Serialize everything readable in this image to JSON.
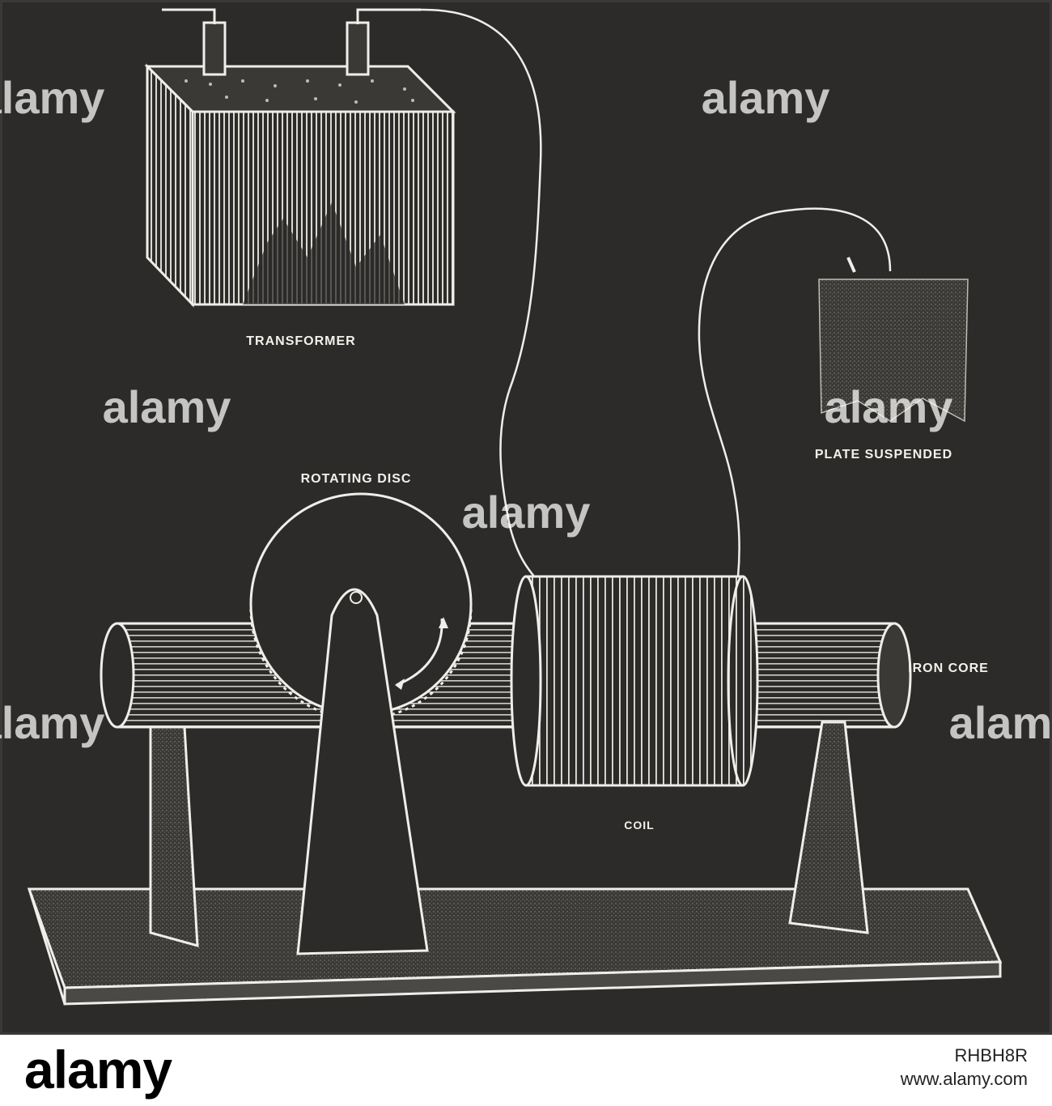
{
  "figure": {
    "labels": {
      "transformer": "TRANSFORMER",
      "plate": "PLATE SUSPENDED",
      "disc": "ROTATING DISC",
      "core": "IRON CORE",
      "coil": "COIL"
    },
    "colors": {
      "background": "#2c2b29",
      "ink": "#f2f2ec"
    }
  },
  "watermark": {
    "text": "alamy",
    "image_id": "RHBH8R",
    "url": "www.alamy.com"
  }
}
